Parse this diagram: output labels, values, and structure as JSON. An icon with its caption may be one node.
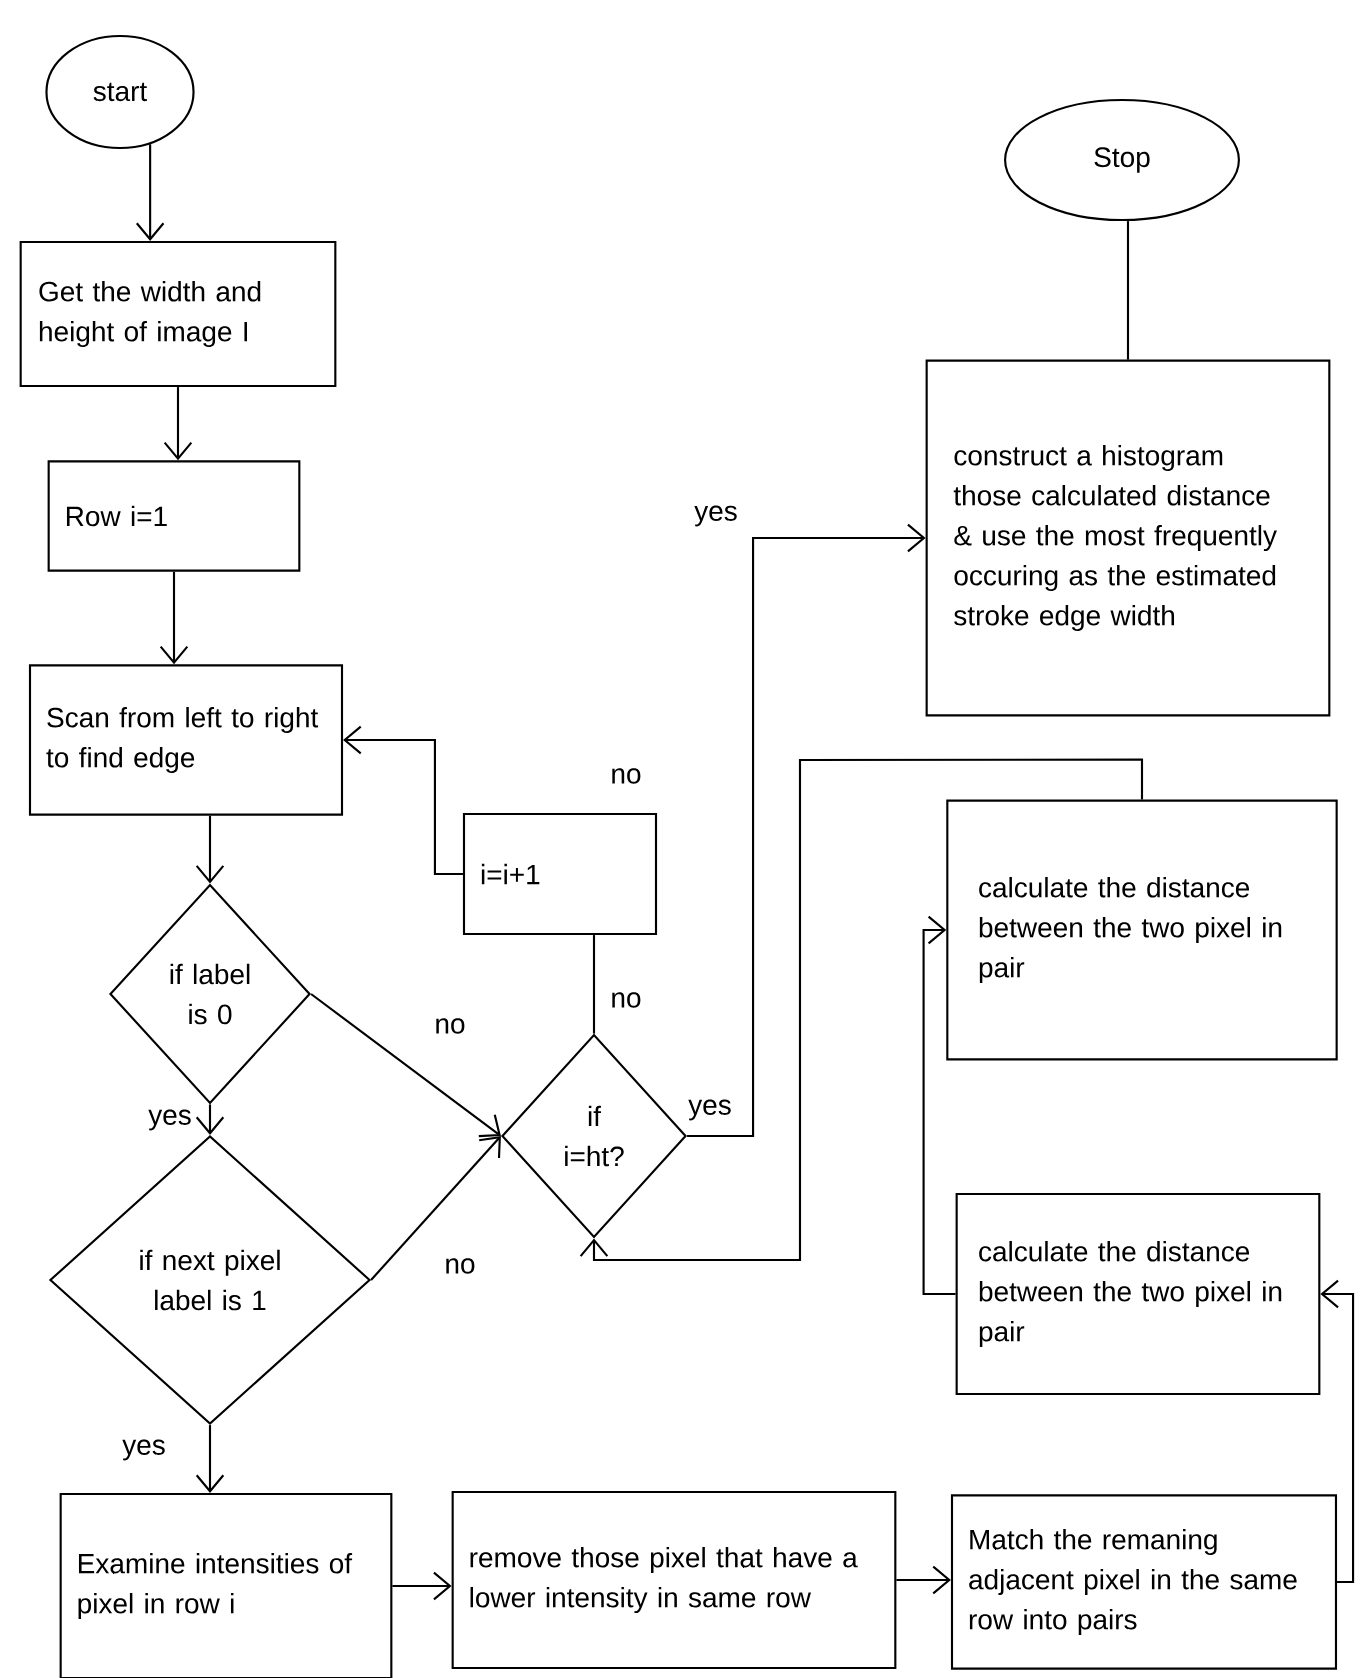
{
  "diagram": {
    "nodes": [
      {
        "text": [
          "start"
        ]
      },
      {
        "text": [
          "Get the width and height of image I"
        ]
      },
      {
        "text": [
          "Row i=1"
        ]
      },
      {
        "text": [
          "Scan from left to right to find edge"
        ]
      },
      {
        "text": [
          "i=i+1"
        ]
      },
      {
        "text": [
          "if label is 0"
        ]
      },
      {
        "text": [
          "if i=ht?"
        ]
      },
      {
        "text": [
          "if next pixel label is 1"
        ]
      },
      {
        "text": [
          "Examine intensities of pixel in row i"
        ]
      },
      {
        "text": [
          "remove those pixel that have a lower intensity in same row"
        ]
      },
      {
        "text": [
          "Match the remaning adjacent pixel in the same row into pairs"
        ]
      },
      {
        "text": [
          "calculate the distance between the two pixel in pair"
        ]
      },
      {
        "text": [
          "calculate the distance between the two pixel in pair"
        ]
      },
      {
        "text": [
          "construct a histogram those calculated distance & use the most frequently occuring as the estimated stroke edge width"
        ]
      },
      {
        "text": [
          "Stop"
        ]
      }
    ],
    "edges": [
      {
        "from": 0,
        "to": 1,
        "arrow": "to"
      },
      {
        "from": 1,
        "to": 2,
        "arrow": "to"
      },
      {
        "from": 2,
        "to": 3,
        "arrow": "to"
      },
      {
        "from": 3,
        "to": 5,
        "arrow": "to"
      },
      {
        "from": 5,
        "to": 7,
        "arrow": "to",
        "label": "yes"
      },
      {
        "from": 5,
        "to": 6,
        "arrow": "to",
        "label": "no"
      },
      {
        "from": 7,
        "to": 6,
        "arrow": "to",
        "label": "no"
      },
      {
        "from": 7,
        "to": 8,
        "arrow": "to",
        "label": "yes"
      },
      {
        "from": 8,
        "to": 9,
        "arrow": "to"
      },
      {
        "from": 9,
        "to": 10,
        "arrow": "to"
      },
      {
        "from": 10,
        "to": 11,
        "arrow": "to"
      },
      {
        "from": 11,
        "to": 12,
        "arrow": "to"
      },
      {
        "from": 12,
        "to": 6,
        "arrow": "to"
      },
      {
        "from": 6,
        "to": 4,
        "arrow": "none",
        "label": "no"
      },
      {
        "from": 4,
        "to": 3,
        "arrow": "to"
      },
      {
        "from": 6,
        "to": 13,
        "arrow": "to",
        "label": "yes"
      },
      {
        "from": 13,
        "to": 14,
        "arrow": "none"
      }
    ],
    "labels": [
      "no",
      "yes"
    ]
  }
}
